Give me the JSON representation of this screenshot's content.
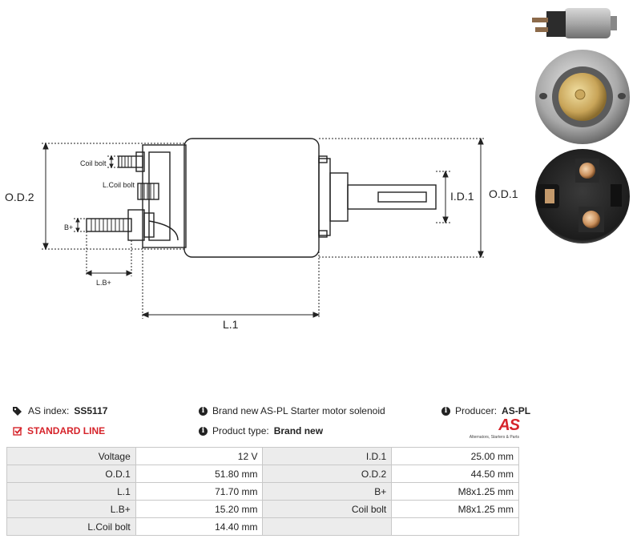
{
  "diagram": {
    "labels": {
      "od2": "O.D.2",
      "od1": "O.D.1",
      "id1": "I.D.1",
      "l1": "L.1",
      "coil_bolt": "Coil bolt",
      "l_coil_bolt": "L.Coil bolt",
      "b_plus": "B+",
      "lb_plus": "L.B+"
    }
  },
  "info": {
    "as_index_label": "AS index:",
    "as_index_value": "SS5117",
    "standard_line": "STANDARD LINE",
    "description": "Brand new AS-PL Starter motor solenoid",
    "product_type_label": "Product type:",
    "product_type_value": "Brand new",
    "producer_label": "Producer:",
    "producer_value": "AS-PL"
  },
  "logo": {
    "mark": "AS",
    "tagline": "Alternators, Starters & Parts",
    "color": "#d6242b"
  },
  "specs": [
    {
      "k1": "Voltage",
      "v1": "12 V",
      "k2": "I.D.1",
      "v2": "25.00 mm"
    },
    {
      "k1": "O.D.1",
      "v1": "51.80 mm",
      "k2": "O.D.2",
      "v2": "44.50 mm"
    },
    {
      "k1": "L.1",
      "v1": "71.70 mm",
      "k2": "B+",
      "v2": "M8x1.25 mm"
    },
    {
      "k1": "L.B+",
      "v1": "15.20 mm",
      "k2": "Coil bolt",
      "v2": "M8x1.25 mm"
    },
    {
      "k1": "L.Coil bolt",
      "v1": "14.40 mm",
      "k2": "",
      "v2": ""
    }
  ]
}
